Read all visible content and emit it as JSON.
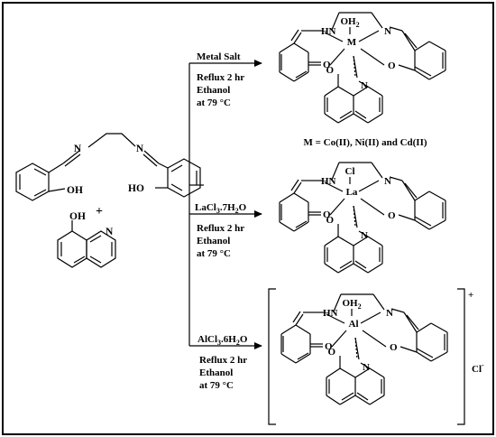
{
  "reactants": {
    "schiff_base": {
      "n_left": "N",
      "n_right": "N",
      "oh_left": "OH",
      "oh_right": "HO"
    },
    "plus": "+",
    "hydroxyquinoline": {
      "oh": "OH",
      "n": "N"
    }
  },
  "routes": [
    {
      "reagent": "Metal Salt",
      "conditions": [
        "Reflux 2 hr",
        "Ethanol",
        "at 79 °C"
      ],
      "product": {
        "hn": "HN",
        "ligand": "OH2",
        "metal": "M",
        "n": "N",
        "o_keto": "O",
        "o_left": "O",
        "o_right": "O",
        "n_quin": "N",
        "charge": "",
        "counterion": ""
      }
    },
    {
      "reagent": "LaCl3.7H2O",
      "conditions": [
        "Reflux 2 hr",
        "Ethanol",
        "at 79 °C"
      ],
      "product": {
        "hn": "HN",
        "ligand": "Cl",
        "metal": "La",
        "n": "N",
        "o_keto": "O",
        "o_left": "O",
        "o_right": "O",
        "n_quin": "N",
        "charge": "",
        "counterion": ""
      }
    },
    {
      "reagent": "AlCl3.6H2O",
      "conditions": [
        "Reflux 2 hr",
        "Ethanol",
        "at 79 °C"
      ],
      "product": {
        "hn": "HN",
        "ligand": "OH2",
        "metal": "Al",
        "n": "N",
        "o_keto": "O",
        "o_left": "O",
        "o_right": "O",
        "n_quin": "N",
        "charge": "+",
        "counterion": "Cl-"
      }
    }
  ],
  "metal_note": "M = Co(II), Ni(II) and Cd(II)"
}
